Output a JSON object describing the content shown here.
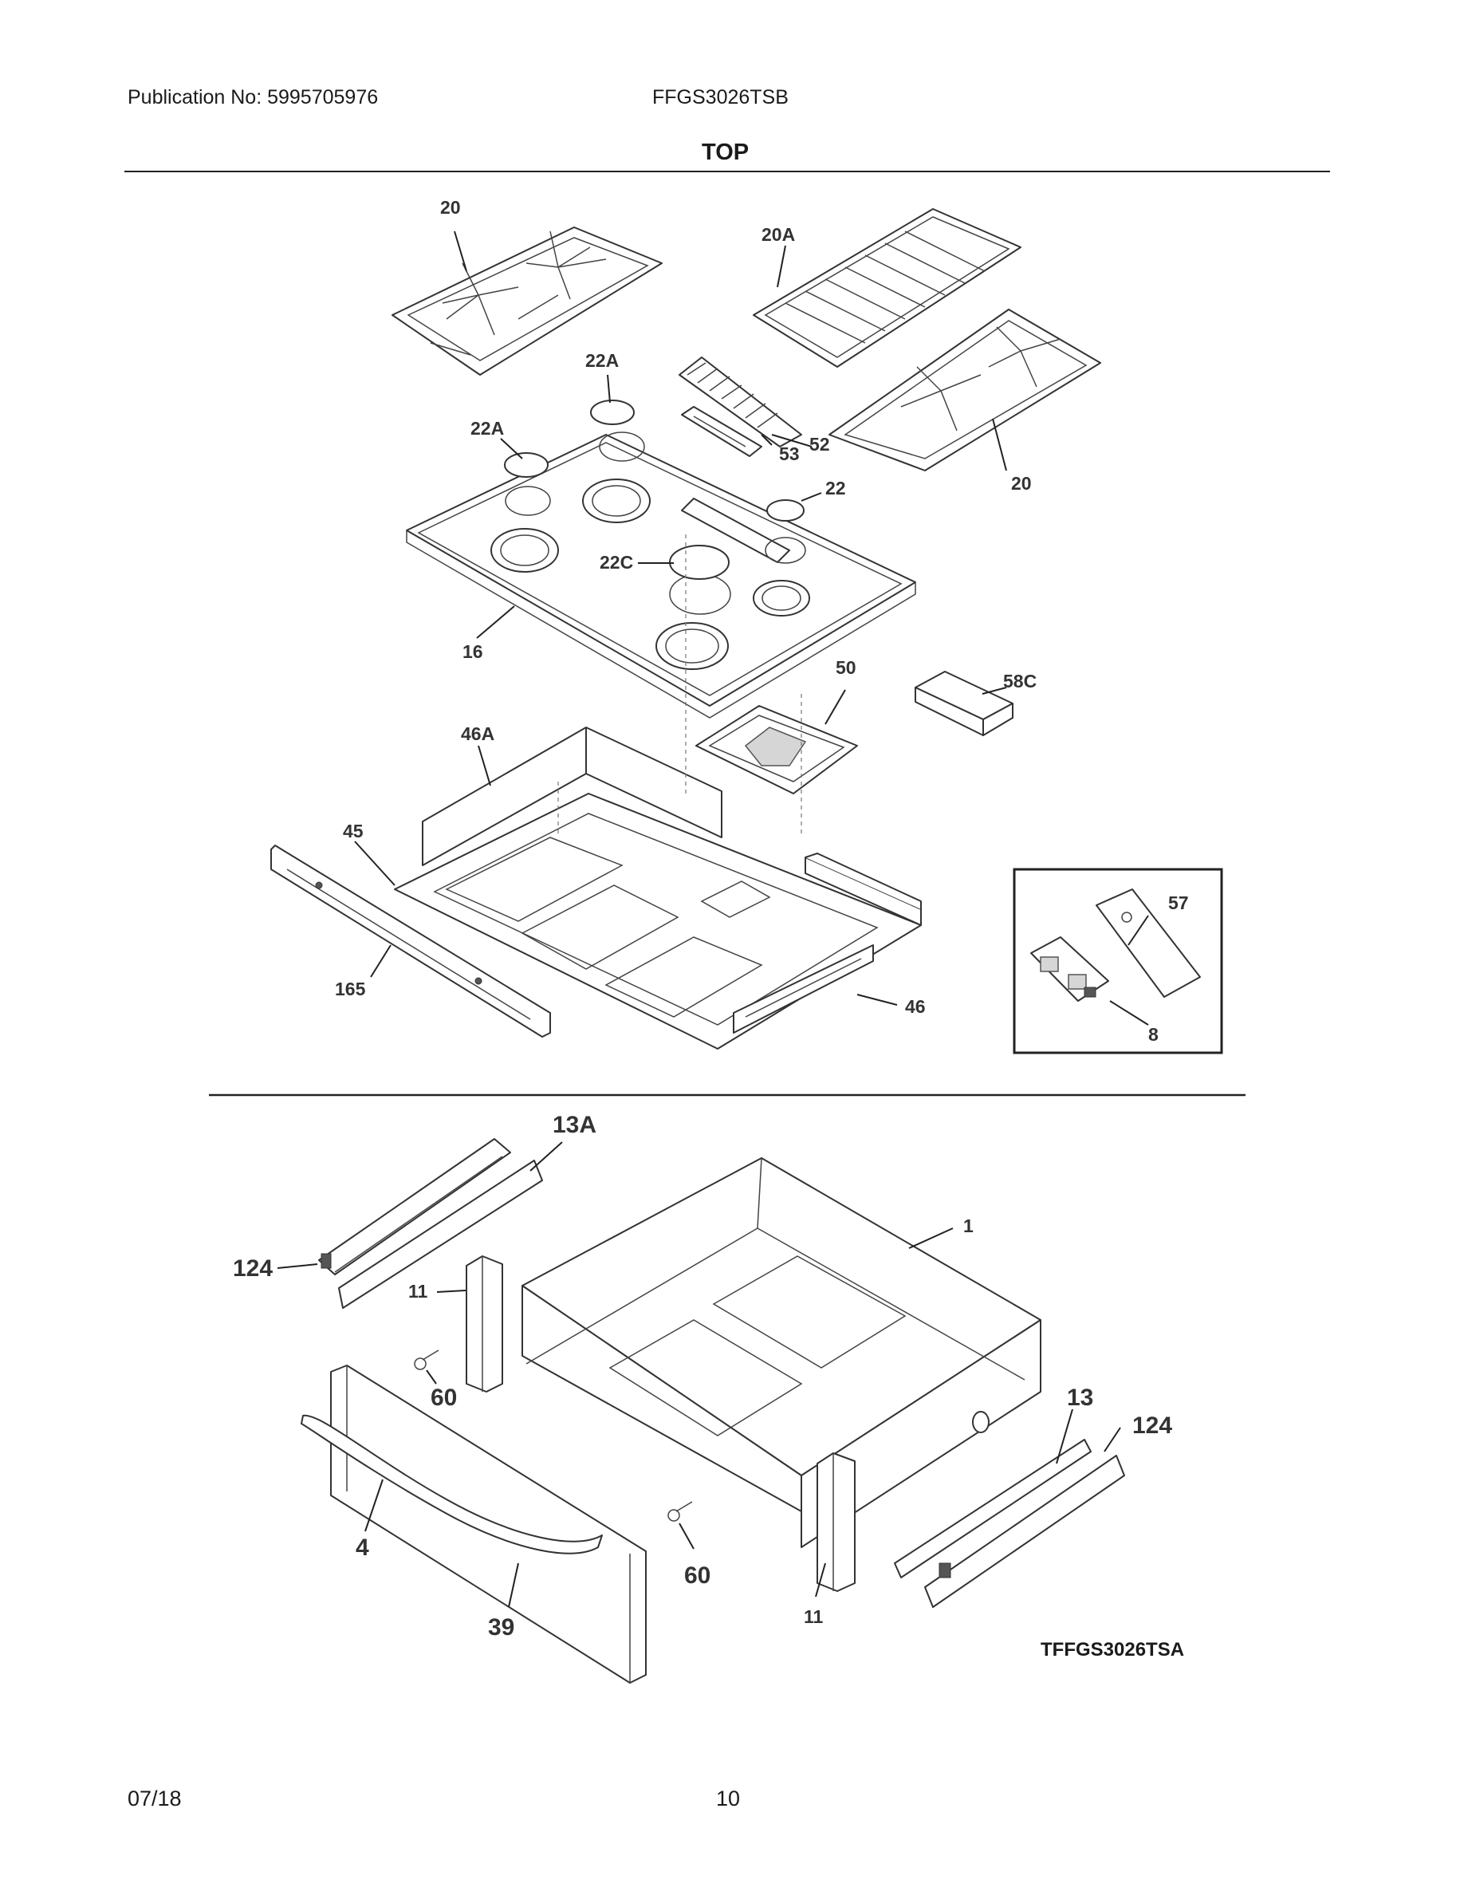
{
  "header": {
    "publication": "Publication No: 5995705976",
    "model": "FFGS3026TSB"
  },
  "section_title": "TOP",
  "callouts": {
    "c20_grate_left": "20",
    "c20a": "20A",
    "c22a_top": "22A",
    "c22a_left": "22A",
    "c52": "52",
    "c53": "53",
    "c22": "22",
    "c20_grate_right": "20",
    "c22c": "22C",
    "c16": "16",
    "c50": "50",
    "c58c": "58C",
    "c46a": "46A",
    "c45": "45",
    "c165": "165",
    "c46": "46",
    "c57": "57",
    "c8": "8",
    "c13a": "13A",
    "c1": "1",
    "c124_left": "124",
    "c11_top": "11",
    "c60_left": "60",
    "c13": "13",
    "c124_right": "124",
    "c4": "4",
    "c60_right": "60",
    "c11_bottom": "11",
    "c39": "39"
  },
  "model_code": "TFFGS3026TSA",
  "footer": {
    "date": "07/18",
    "page": "10"
  }
}
